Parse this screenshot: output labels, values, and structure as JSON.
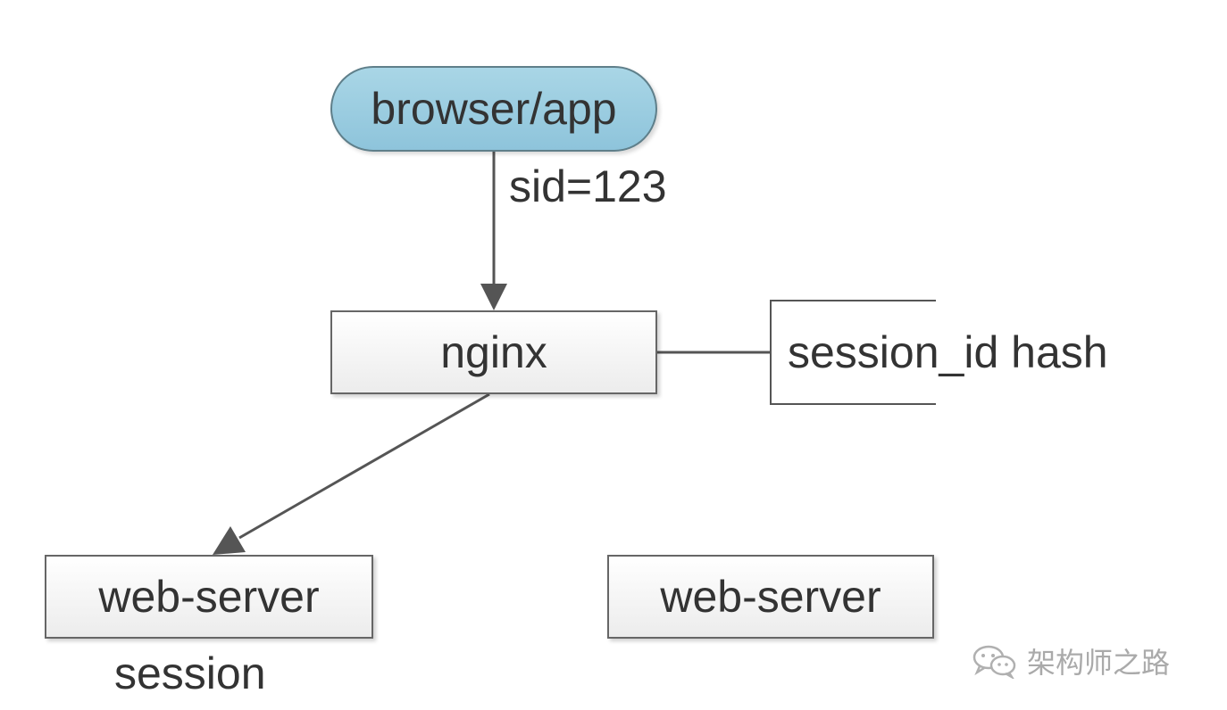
{
  "nodes": {
    "browser": "browser/app",
    "nginx": "nginx",
    "web_server_1": "web-server",
    "web_server_2": "web-server"
  },
  "edge_label": "sid=123",
  "note": "session_id hash",
  "session_label": "session",
  "watermark": {
    "text": "架构师之路",
    "icon": "wechat-icon"
  },
  "colors": {
    "browser_fill": "#9ccde0",
    "box_border": "#666666",
    "edge": "#555555",
    "text": "#333333",
    "watermark": "#aaaaaa"
  }
}
